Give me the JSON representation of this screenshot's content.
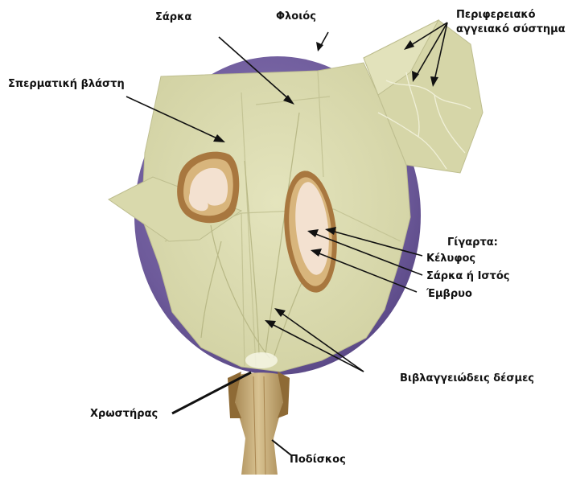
{
  "labels": {
    "sarka_top": "Σάρκα",
    "floios": "Φλοιός",
    "periferiako_line1": "Περιφερειακό",
    "periferiako_line2": "αγγειακό σύστημα",
    "spermatiki": "Σπερματική βλάστη",
    "gigarta": "Γίγαρτα:",
    "kelyfos": "Κέλυφος",
    "sarka_istos": "Σάρκα ή Ιστός",
    "embryo": "Έμβρυο",
    "vivlangeiodeis": "Βιβλαγγειώδεις δέσμες",
    "xrostiras": "Χρωστήρας",
    "podiskos": "Ποδίσκος"
  },
  "colors": {
    "skin": "#6d5a9a",
    "skin_dark": "#5a4785",
    "flesh": "#ddddb0",
    "flesh_shade": "#cfcf9f",
    "seed_coat": "#a8773f",
    "seed_flesh": "#d8b57c",
    "embryo": "#f3e1d0",
    "stem": "#c6ac78",
    "stem_dark": "#8e6a35",
    "leader": "#111111"
  }
}
